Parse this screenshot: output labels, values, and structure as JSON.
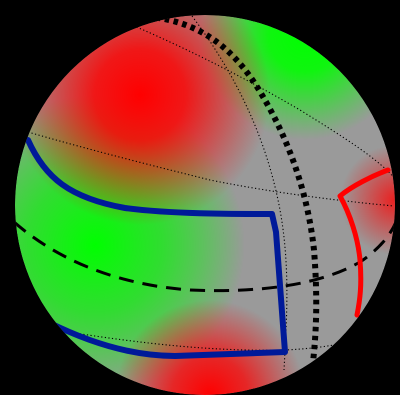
{
  "figure": {
    "background_color": "#000000",
    "sphere": {
      "base_color": "#9a9a9a",
      "positive_color": "#ff0000",
      "negative_color": "#00ff00"
    },
    "curves": [
      {
        "name": "blue-boundary-curve",
        "color": "#001a99",
        "style": "solid"
      },
      {
        "name": "red-boundary-curve",
        "color": "#ff0000",
        "style": "solid"
      },
      {
        "name": "equator-dashed-curve",
        "color": "#000000",
        "style": "dashed"
      },
      {
        "name": "meridian-dotted-curve",
        "color": "#000000",
        "style": "dotted"
      },
      {
        "name": "grid-lines",
        "color": "#000000",
        "style": "fine-dotted"
      }
    ]
  }
}
